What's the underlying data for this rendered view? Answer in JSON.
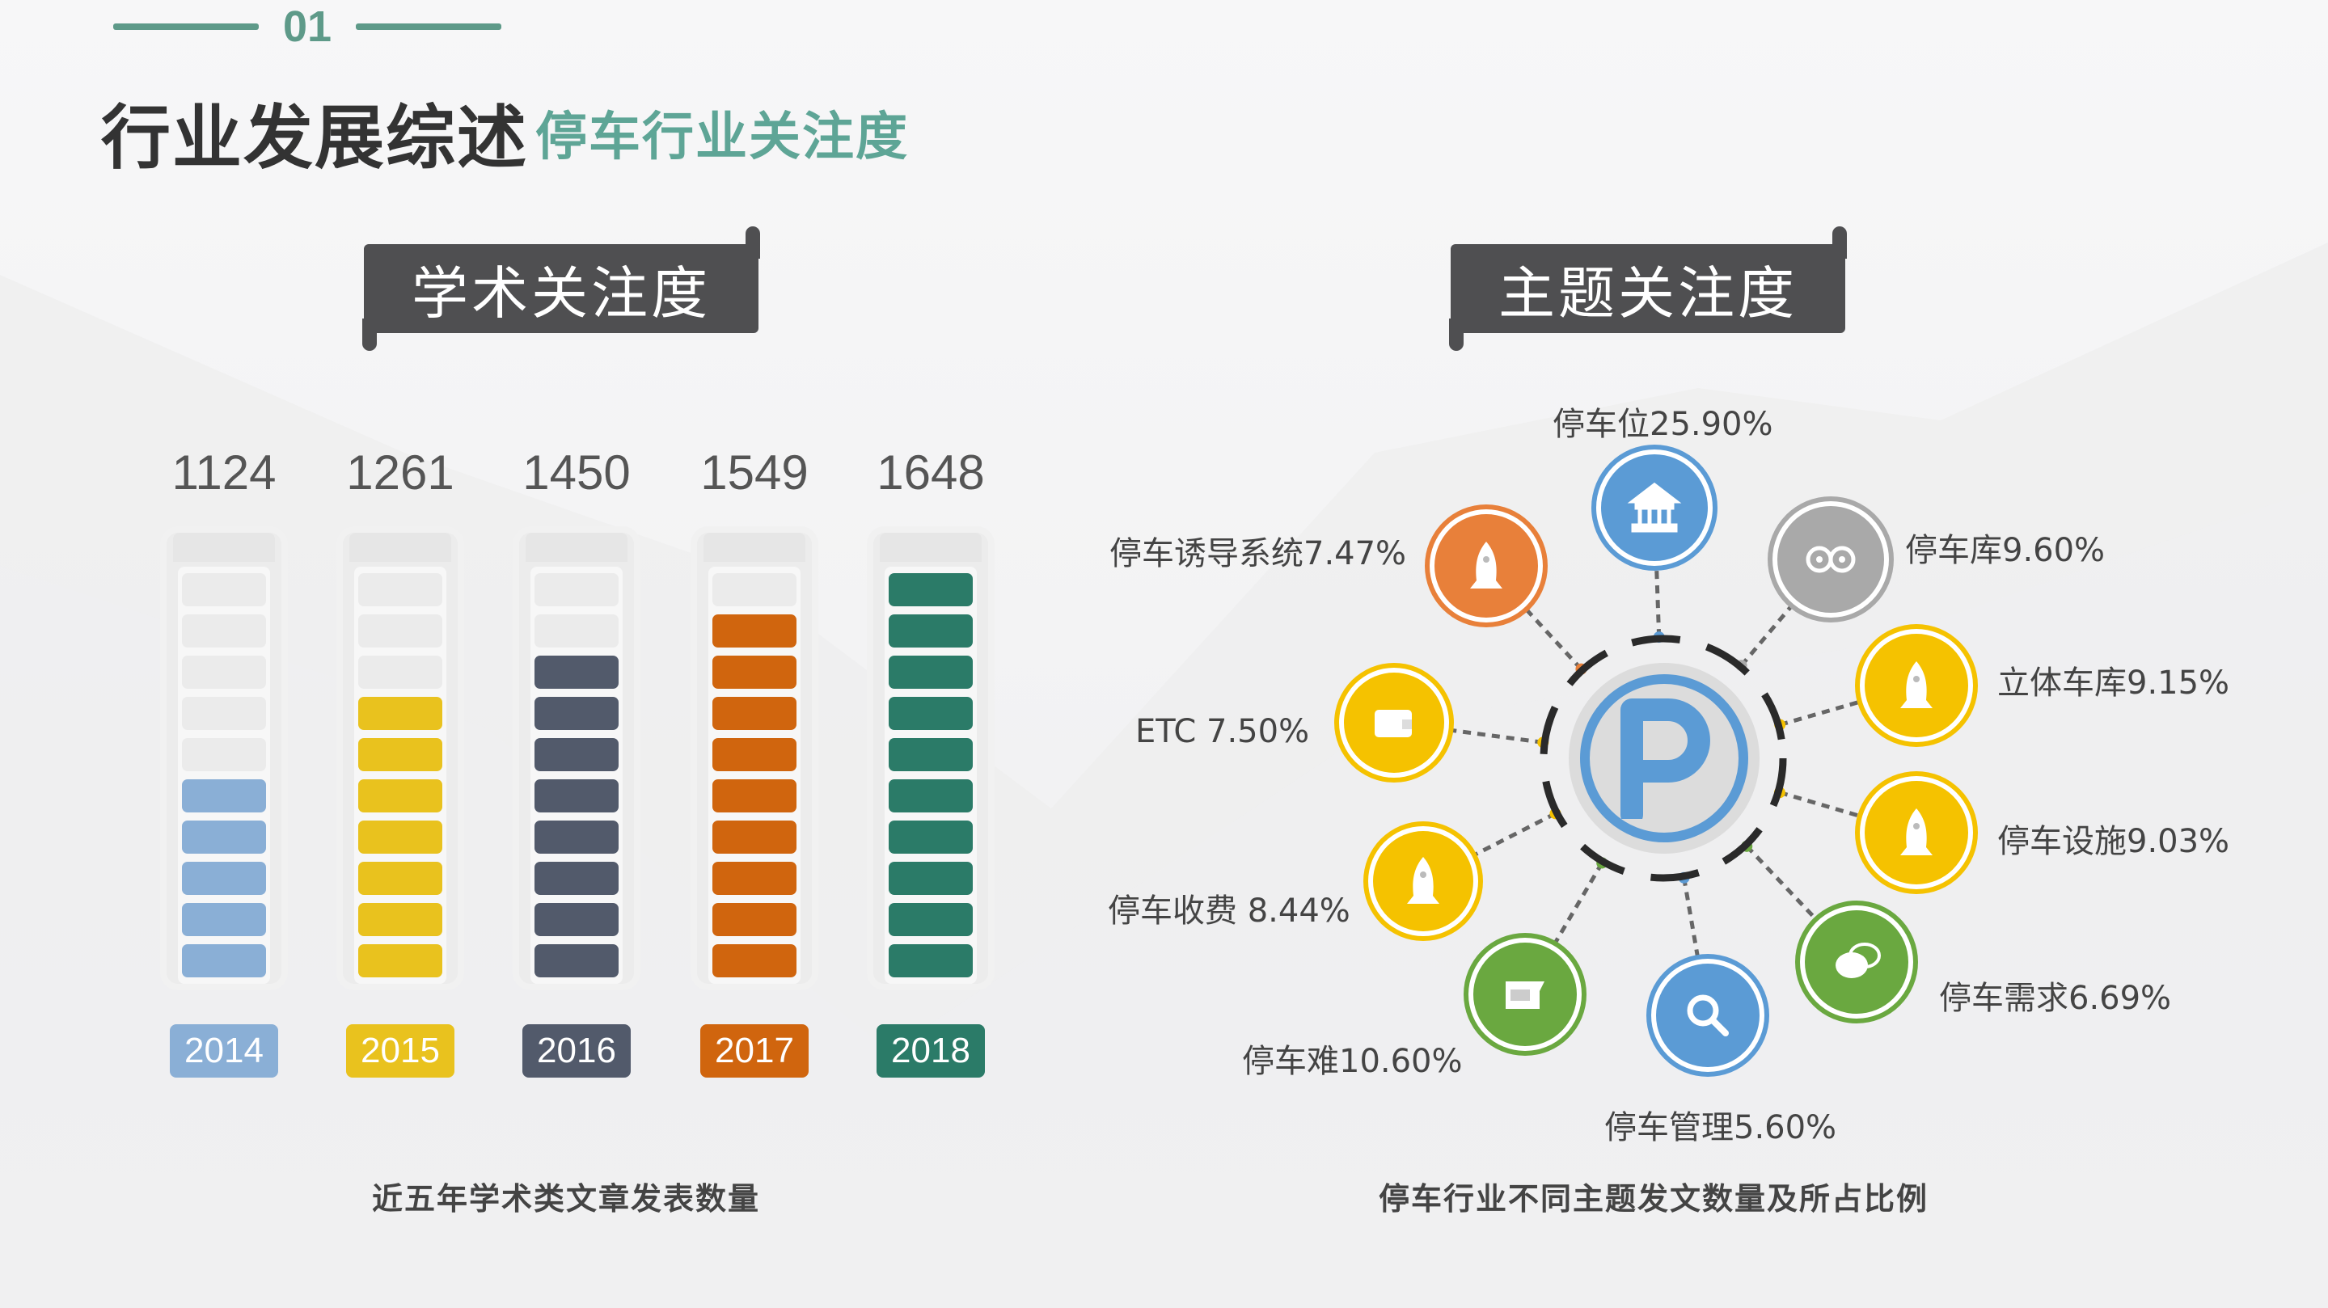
{
  "header": {
    "section_number": "01",
    "title": "行业发展综述",
    "subtitle": "停车行业关注度",
    "accent_color": "#5ea596"
  },
  "left_panel": {
    "banner": "学术关注度",
    "caption": "近五年学术类文章发表数量"
  },
  "right_panel": {
    "banner": "主题关注度",
    "caption": "停车行业不同主题发文数量及所占比例",
    "center_icon": "parking-p-icon",
    "topics": [
      {
        "label": "停车位25.90%",
        "icon": "bank-building-icon",
        "color": "#5b9bd5"
      },
      {
        "label": "停车库9.60%",
        "icon": "owl-eyes-icon",
        "color": "#a9a9a9"
      },
      {
        "label": "立体车库9.15%",
        "icon": "rocket-icon",
        "color": "#f5c200"
      },
      {
        "label": "停车设施9.03%",
        "icon": "rocket-icon",
        "color": "#f5c200"
      },
      {
        "label": "停车需求6.69%",
        "icon": "chat-bubbles-icon",
        "color": "#6aa840"
      },
      {
        "label": "停车管理5.60%",
        "icon": "search-icon",
        "color": "#5b9bd5"
      },
      {
        "label": "停车难10.60%",
        "icon": "ticket-icon",
        "color": "#6aa840"
      },
      {
        "label": "停车收费 8.44%",
        "icon": "rocket-icon",
        "color": "#f5c200"
      },
      {
        "label": "ETC  7.50%",
        "icon": "wallet-icon",
        "color": "#f5c200"
      },
      {
        "label": "停车诱导系统7.47%",
        "icon": "rocket-icon",
        "color": "#e8803a"
      }
    ]
  },
  "chart_data": [
    {
      "type": "bar",
      "title": "学术关注度",
      "subtitle": "近五年学术类文章发表数量",
      "categories": [
        "2014",
        "2015",
        "2016",
        "2017",
        "2018"
      ],
      "values": [
        1124,
        1261,
        1450,
        1549,
        1648
      ],
      "filled_segments": [
        5,
        7,
        8,
        9,
        10
      ],
      "total_segments": 10,
      "colors": [
        "#8aafd6",
        "#e9c21e",
        "#525a6b",
        "#d0650e",
        "#2b7b68"
      ],
      "xlabel": "",
      "ylabel": ""
    },
    {
      "type": "pie",
      "title": "主题关注度",
      "subtitle": "停车行业不同主题发文数量及所占比例",
      "categories": [
        "停车位",
        "停车库",
        "立体车库",
        "停车设施",
        "停车需求",
        "停车管理",
        "停车难",
        "停车收费",
        "ETC",
        "停车诱导系统"
      ],
      "values": [
        25.9,
        9.6,
        9.15,
        9.03,
        6.69,
        5.6,
        10.6,
        8.44,
        7.5,
        7.47
      ],
      "unit": "%"
    }
  ]
}
